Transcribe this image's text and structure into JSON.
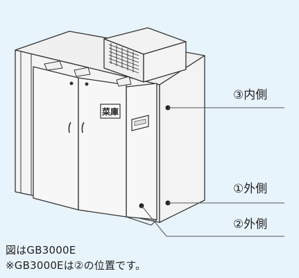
{
  "diagram": {
    "sign_text": "菜庫",
    "callouts": {
      "inner": "③内側",
      "outer_right": "①外側",
      "outer_front": "②外側"
    }
  },
  "caption": {
    "line1": "図はGB3000E",
    "line2": "※GB3000Eは②の位置です。"
  }
}
